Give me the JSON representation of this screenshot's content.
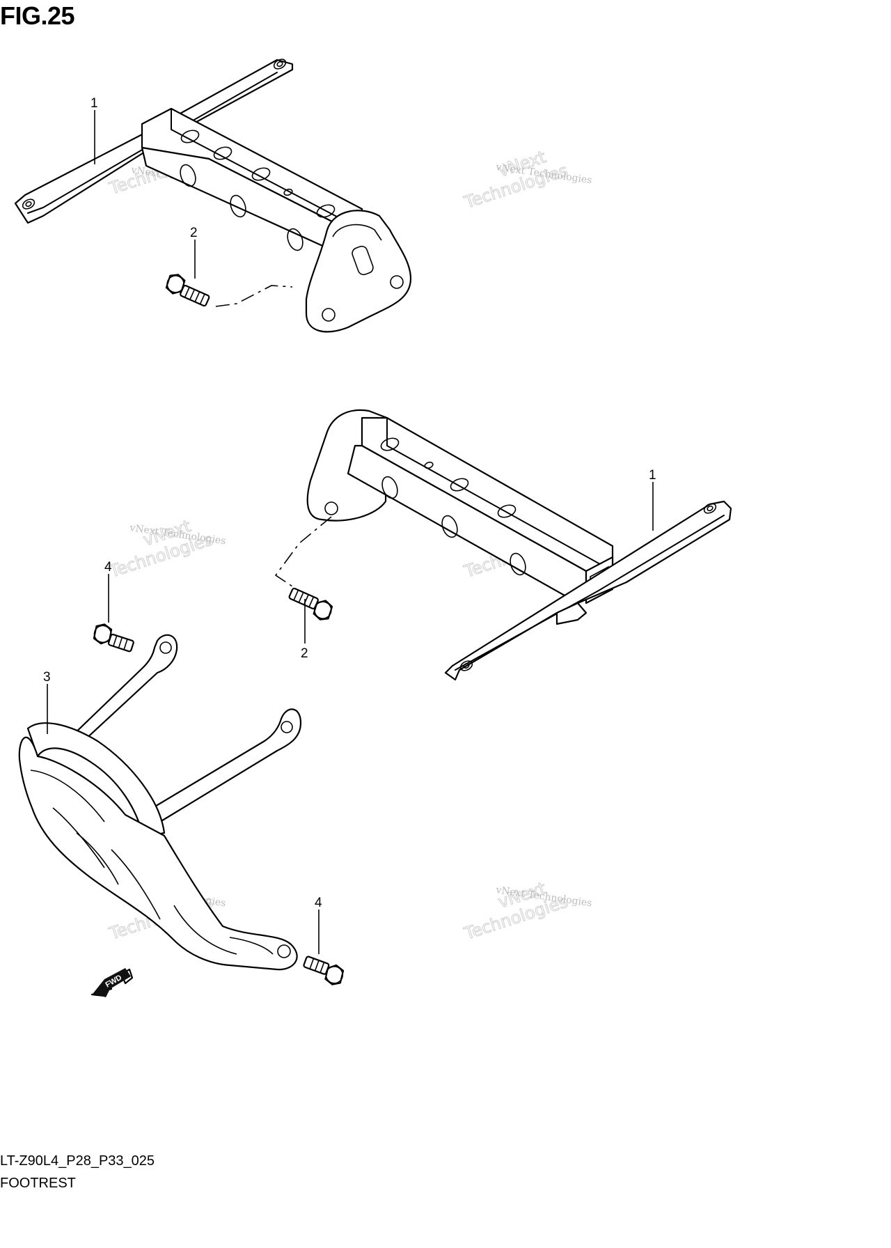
{
  "figure": {
    "title": "FIG.25",
    "code": "LT-Z90L4_P28_P33_025",
    "name": "FOOTREST"
  },
  "callouts": [
    "1",
    "2",
    "1",
    "2",
    "4",
    "3",
    "4"
  ],
  "fwd_label": "FWD",
  "watermark": {
    "line1": "vNext Technologies",
    "line2": "vNext",
    "line3": "Technologies"
  }
}
